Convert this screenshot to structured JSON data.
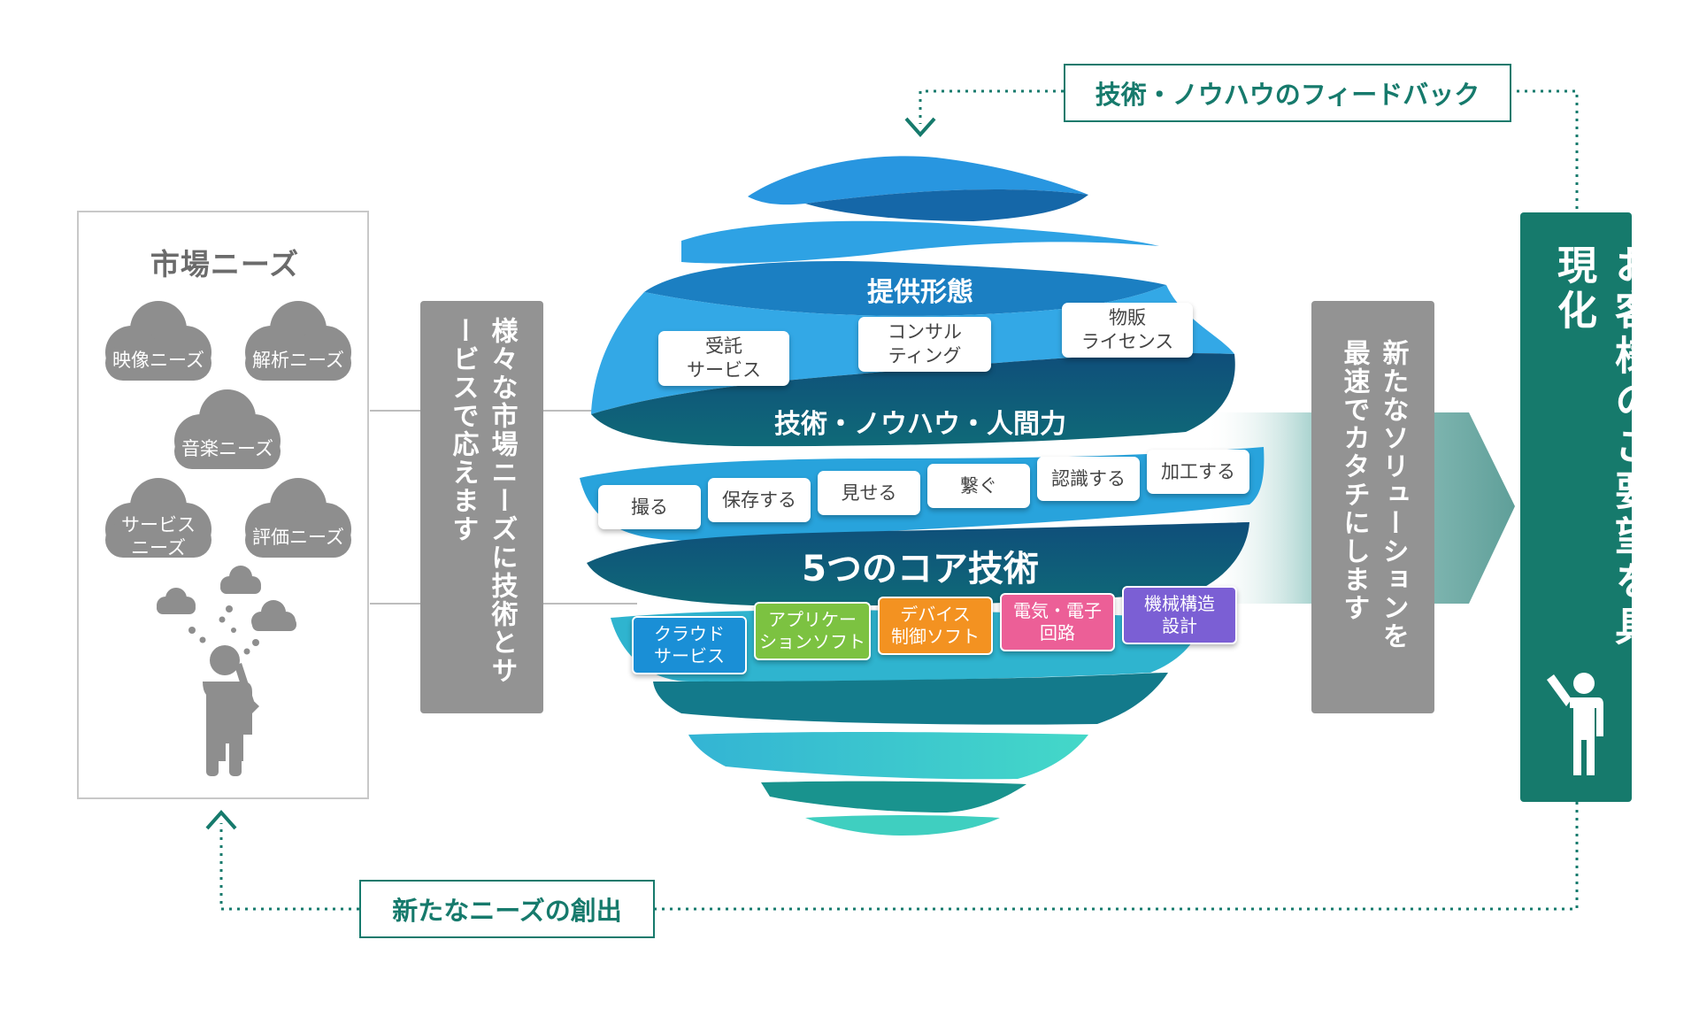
{
  "market_needs": {
    "title": "市場ニーズ",
    "needs": [
      {
        "label": "映像ニーズ"
      },
      {
        "label": "解析ニーズ"
      },
      {
        "label": "音楽ニーズ"
      },
      {
        "label": "サービス\nニーズ"
      },
      {
        "label": "評価ニーズ"
      }
    ]
  },
  "left_message": "様々な市場ニーズに技術とサービスで応えます",
  "right_message": "新たなソリューションを最速でカタチにします",
  "customer_message": "お客様のご要望を具現化",
  "feedback_top": "技術・ノウハウのフィードバック",
  "feedback_bottom": "新たなニーズの創出",
  "sphere": {
    "delivery_title": "提供形態",
    "delivery_items": [
      {
        "label": "受託\nサービス"
      },
      {
        "label": "コンサル\nティング"
      },
      {
        "label": "物販\nライセンス"
      }
    ],
    "knowhow_title": "技術・ノウハウ・人間力",
    "actions": [
      {
        "label": "撮る"
      },
      {
        "label": "保存する"
      },
      {
        "label": "見せる"
      },
      {
        "label": "繋ぐ"
      },
      {
        "label": "認識する"
      },
      {
        "label": "加工する"
      }
    ],
    "core_title": "5つのコア技術",
    "core_techs": [
      {
        "label": "クラウド\nサービス",
        "color": "#1a8fd6"
      },
      {
        "label": "アプリケー\nションソフト",
        "color": "#7cc241"
      },
      {
        "label": "デバイス\n制御ソフト",
        "color": "#f39221"
      },
      {
        "label": "電気・電子\n回路",
        "color": "#ec5f97"
      },
      {
        "label": "機械構造\n設計",
        "color": "#7b5fd4"
      }
    ]
  },
  "colors": {
    "teal": "#167a6c",
    "gray": "#939393",
    "sphere_top": "#2a9ee6",
    "sphere_bottom": "#3fd3c2"
  }
}
